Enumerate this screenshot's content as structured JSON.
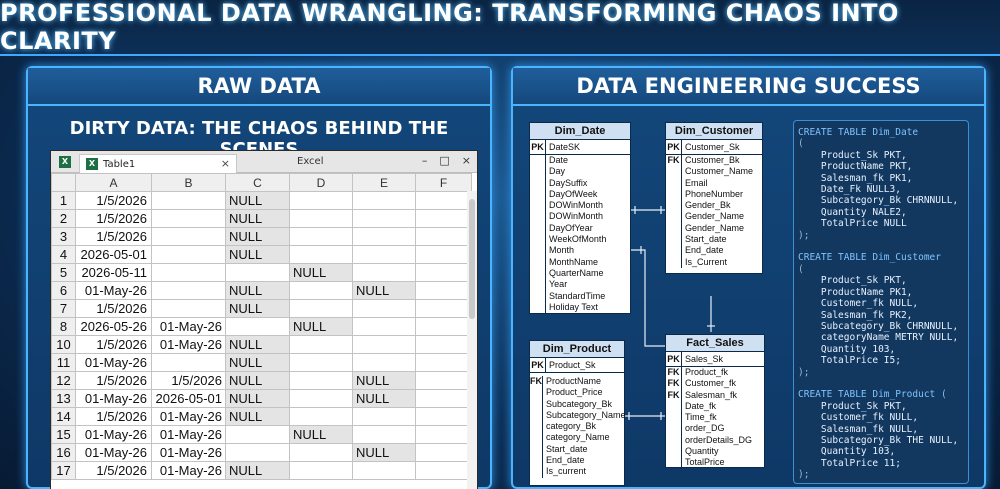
{
  "page": {
    "title": "PROFESSIONAL DATA WRANGLING: TRANSFORMING CHAOS INTO CLARITY"
  },
  "left_panel": {
    "heading": "RAW DATA",
    "subheading": "DIRTY DATA: THE CHAOS BEHIND THE SCENES",
    "excel": {
      "tab_label": "Table1",
      "app_name": "Excel",
      "tab_close": "×",
      "min_glyph": "–",
      "max_glyph": "□",
      "close_glyph": "×",
      "columns": [
        "A",
        "B",
        "C",
        "D",
        "E",
        "F"
      ],
      "rows": [
        {
          "num": "1",
          "cells": [
            "1/5/2026",
            "",
            "NULL",
            "",
            "",
            ""
          ]
        },
        {
          "num": "2",
          "cells": [
            "1/5/2026",
            "",
            "NULL",
            "",
            "",
            ""
          ]
        },
        {
          "num": "3",
          "cells": [
            "1/5/2026",
            "",
            "NULL",
            "",
            "",
            ""
          ]
        },
        {
          "num": "4",
          "cells": [
            "2026-05-01",
            "",
            "NULL",
            "",
            "",
            ""
          ]
        },
        {
          "num": "5",
          "cells": [
            "2026-05-11",
            "",
            "",
            "NULL",
            "",
            ""
          ]
        },
        {
          "num": "6",
          "cells": [
            "01-May-26",
            "",
            "NULL",
            "",
            "NULL",
            ""
          ]
        },
        {
          "num": "7",
          "cells": [
            "1/5/2026",
            "",
            "NULL",
            "",
            "",
            ""
          ]
        },
        {
          "num": "8",
          "cells": [
            "2026-05-26",
            "01-May-26",
            "",
            "NULL",
            "",
            ""
          ]
        },
        {
          "num": "10",
          "cells": [
            "1/5/2026",
            "01-May-26",
            "NULL",
            "",
            "",
            ""
          ]
        },
        {
          "num": "11",
          "cells": [
            "01-May-26",
            "",
            "NULL",
            "",
            "",
            ""
          ]
        },
        {
          "num": "12",
          "cells": [
            "1/5/2026",
            "1/5/2026",
            "NULL",
            "",
            "NULL",
            ""
          ]
        },
        {
          "num": "13",
          "cells": [
            "01-May-26",
            "2026-05-01",
            "NULL",
            "",
            "NULL",
            ""
          ]
        },
        {
          "num": "14",
          "cells": [
            "1/5/2026",
            "01-May-26",
            "NULL",
            "",
            "",
            ""
          ]
        },
        {
          "num": "15",
          "cells": [
            "01-May-26",
            "01-May-26",
            "",
            "NULL",
            "",
            ""
          ]
        },
        {
          "num": "16",
          "cells": [
            "01-May-26",
            "01-May-26",
            "",
            "",
            "NULL",
            ""
          ]
        },
        {
          "num": "17",
          "cells": [
            "1/5/2026",
            "01-May-26",
            "NULL",
            "",
            "",
            ""
          ]
        }
      ]
    }
  },
  "right_panel": {
    "heading": "DATA ENGINEERING SUCCESS",
    "entities": {
      "dim_date": {
        "title": "Dim_Date",
        "pk_tag": "PK",
        "pk_field": "DateSK",
        "fields": [
          "Date",
          "Day",
          "DaySuffix",
          "DayOfWeek",
          "DOWinMonth",
          "DOWinMonth",
          "DayOfYear",
          "WeekOfMonth",
          "Month",
          "MonthName",
          "QuarterName",
          "Year",
          "StandardTime",
          "Holiday Text"
        ]
      },
      "dim_customer": {
        "title": "Dim_Customer",
        "pk_tag": "PK",
        "pk_field": "Customer_Sk",
        "fk_tag": "FK",
        "fields": [
          "Customer_Bk",
          "Customer_Name",
          "Email",
          "PhoneNumber",
          "Gender_Bk",
          "Gender_Name",
          "Gender_Name",
          "Start_date",
          "End_date",
          "Is_Current"
        ]
      },
      "dim_product": {
        "title": "Dim_Product",
        "pk_tag": "PK",
        "pk_field": "Product_Sk",
        "fk_tag": "FK",
        "fields": [
          "ProductName",
          "Product_Price",
          "Subcategory_Bk",
          "Subcategory_Name",
          "category_Bk",
          "category_Name",
          "Start_date",
          "End_date",
          "Is_current"
        ]
      },
      "fact_sales": {
        "title": "Fact_Sales",
        "pk_tag": "PK",
        "pk_field": "Sales_Sk",
        "fk_tags": [
          "FK",
          "FK",
          "FK"
        ],
        "fields": [
          "Product_fk",
          "Customer_fk",
          "Salesman_fk",
          "Date_fk",
          "Time_fk",
          "order_DG",
          "orderDetails_DG",
          "Quantity",
          "TotalPrice"
        ]
      }
    },
    "sql_code": {
      "block1": {
        "create": "CREATE TABLE Dim_Date",
        "open": "(",
        "lines": [
          "Product_Sk PKT,",
          "ProductName PKT,",
          "Salesman_fk PK1,",
          "Date_Fk NULL3,",
          "Subcategory_Bk CHRNNULL,",
          "Quantity NALE2,",
          "TotalPrice NULL"
        ],
        "close": ");"
      },
      "block2": {
        "create": "CREATE TABLE Dim_Customer",
        "open": "(",
        "lines": [
          "Product_Sk PKT,",
          "ProductName PK1,",
          "Customer_fk NULL,",
          "Salesman_fk PK2,",
          "Subcategory_Bk CHRNNULL,",
          "categoryName METRY NULL,",
          "Quantity 103,",
          "TotalPrice I5;"
        ],
        "close": ");"
      },
      "block3": {
        "create": "CREATE TABLE Dim_Product (",
        "lines": [
          "Product_Sk PKT,",
          "Customer_fk NULL,",
          "Salesman_fk NULL,",
          "Subcategory_Bk THE NULL,",
          "Quantity 103,",
          "TotalPrice 11;"
        ],
        "close": ");"
      }
    }
  }
}
